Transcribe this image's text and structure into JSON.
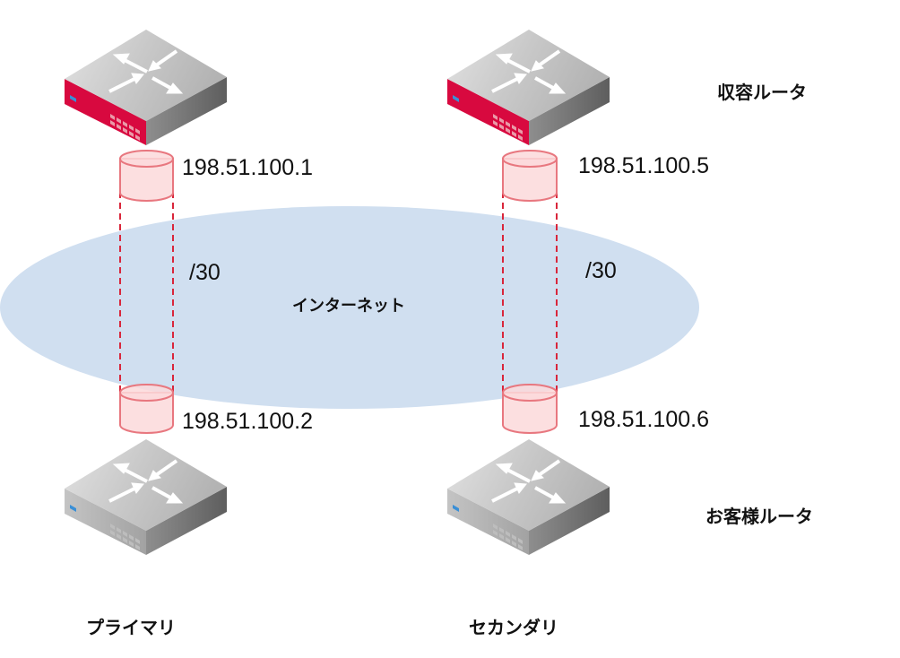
{
  "network": {
    "label": "インターネット",
    "color": "#d0dff0"
  },
  "roles": {
    "access_router": "収容ルータ",
    "customer_router": "お客様ルータ"
  },
  "links": [
    {
      "name": "プライマリ",
      "prefix": "/30",
      "access_ip": "198.51.100.1",
      "customer_ip": "198.51.100.2"
    },
    {
      "name": "セカンダリ",
      "prefix": "/30",
      "access_ip": "198.51.100.5",
      "customer_ip": "198.51.100.6"
    }
  ],
  "colors": {
    "access_router_front": "#d8093f",
    "customer_router_front": "#a9a9a9",
    "tunnel_line": "#d9263b",
    "cylinder_fill": "#fbd9db",
    "cylinder_stroke": "#e8777f"
  }
}
